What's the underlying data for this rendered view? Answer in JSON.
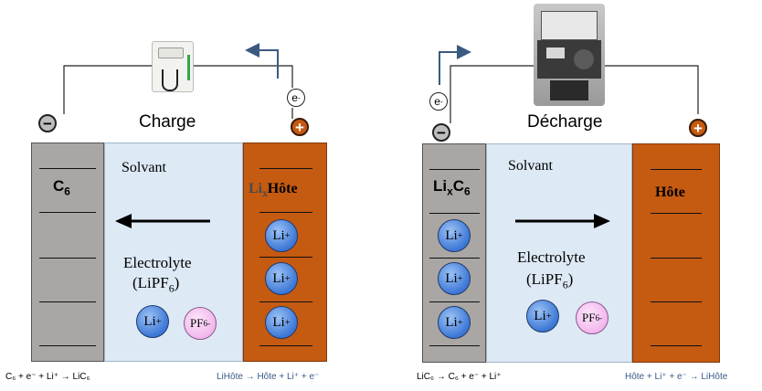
{
  "left": {
    "title": "Charge",
    "electron": "e",
    "anode_label": "C",
    "anode_sub": "6",
    "cathode_label_pre": "Li",
    "cathode_label_sub": "x",
    "cathode_label_post": "Hôte",
    "solvent": "Solvant",
    "electrolyte": "Electrolyte",
    "salt_pre": "(LiPF",
    "salt_sub": "6",
    "salt_post": ")",
    "li_ion": "Li",
    "pf_ion": "PF",
    "eq_left": "C₆ + e⁻ + Li⁺ → LiC₆",
    "eq_right": "LiHôte → Hôte + Li⁺ + e⁻"
  },
  "right": {
    "title": "Décharge",
    "electron": "e",
    "anode_label_pre": "Li",
    "anode_label_sub": "x",
    "anode_label_post": "C",
    "anode_label_sub2": "6",
    "cathode_label": "Hôte",
    "solvent": "Solvant",
    "electrolyte": "Electrolyte",
    "salt_pre": "(LiPF",
    "salt_sub": "6",
    "salt_post": ")",
    "li_ion": "Li",
    "pf_ion": "PF",
    "eq_left": "LiC₆ → C₆ + e⁻ + Li⁺",
    "eq_right": "Hôte + Li⁺ + e⁻ → LiHôte"
  },
  "colors": {
    "anode": "#a9a6a3",
    "electrolyte": "#dde9f5",
    "cathode": "#c55a11",
    "li_ion": "#3c77d6",
    "pf_ion": "#f2b6ec",
    "arrow": "#3b5a80"
  },
  "icons": {
    "charger": "charger-icon",
    "motor": "electric-motor-icon"
  }
}
